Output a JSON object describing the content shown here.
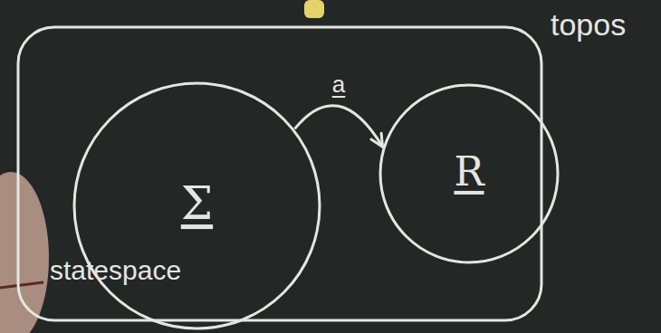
{
  "diagram": {
    "nodes": [
      {
        "text": [
          "topos"
        ]
      },
      {
        "text": [
          "Σ",
          "statespace"
        ],
        "in": 0
      },
      {
        "text": [
          "R"
        ],
        "in": 0
      }
    ],
    "edges": [
      {
        "from": 1,
        "to": 2,
        "arrow": "to",
        "label": "a"
      }
    ]
  }
}
